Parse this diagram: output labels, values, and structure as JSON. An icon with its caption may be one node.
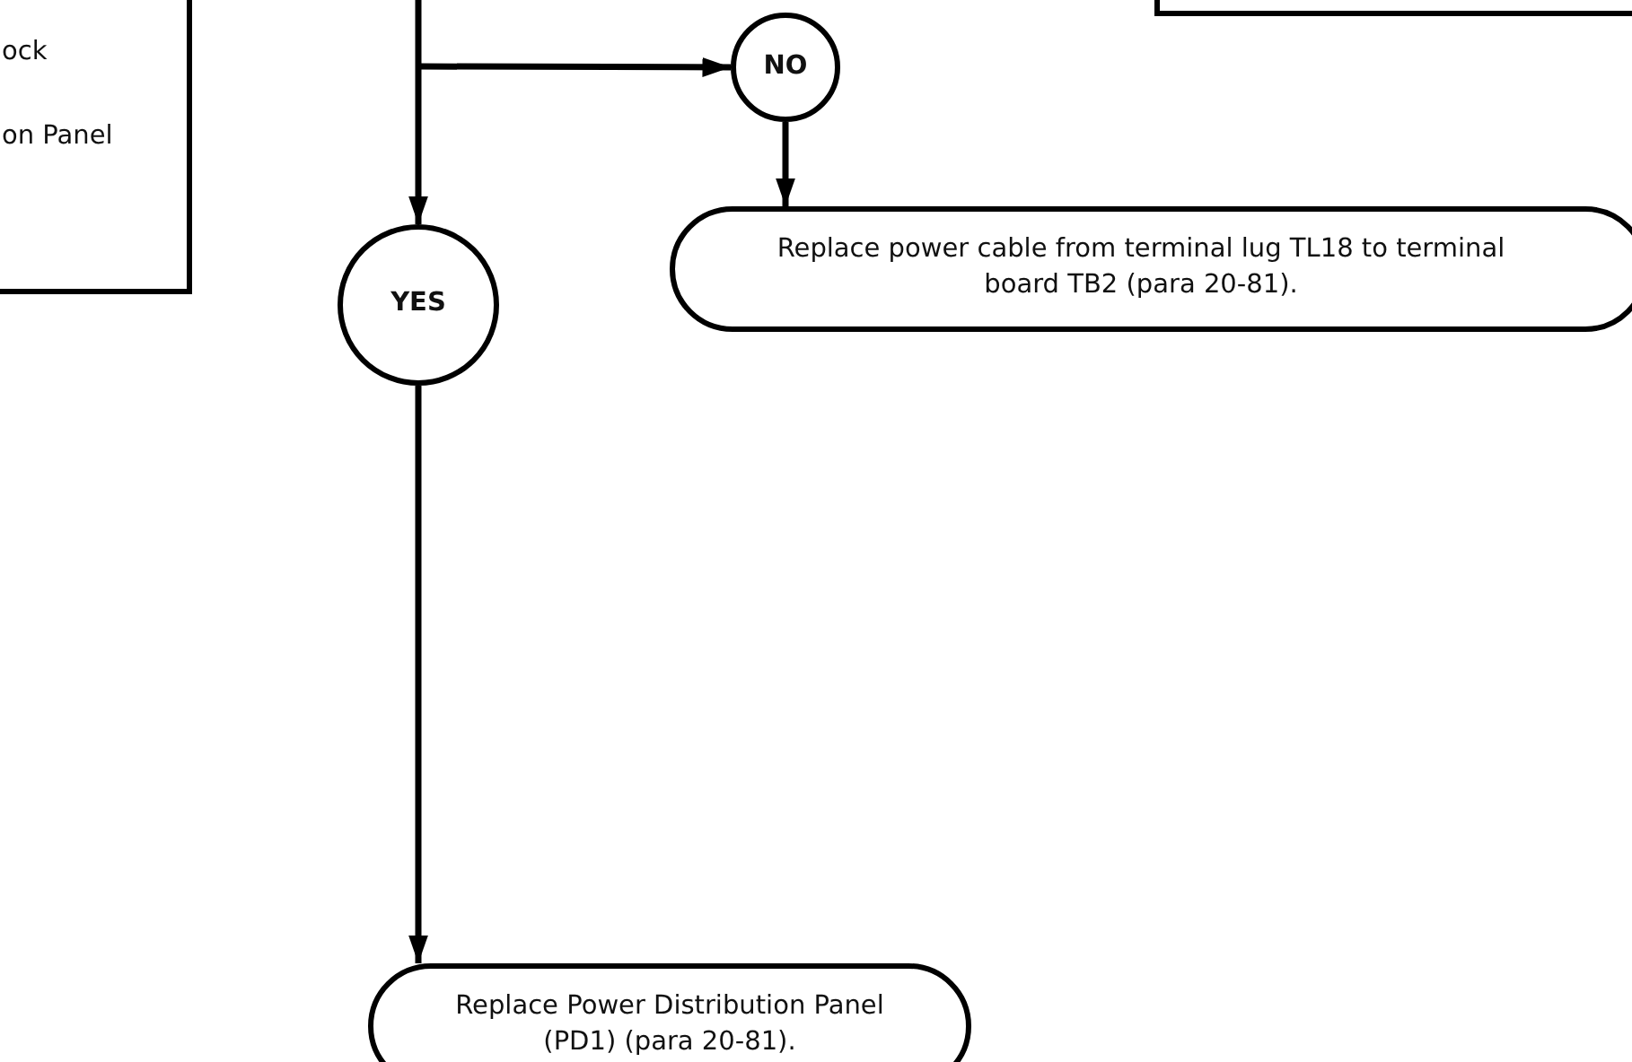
{
  "diagram": {
    "nodes": [
      {
        "text": [
          "ock",
          "on Panel"
        ]
      },
      {
        "text": [],
        "shape": "box"
      },
      {
        "text": [
          "NO"
        ]
      },
      {
        "text": [
          "YES"
        ]
      },
      {
        "text": [
          "Replace power cable from terminal lug TL18 to terminal board TB2 (para 20-81)."
        ]
      },
      {
        "text": [
          "Replace Power Distribution Panel (PD1) (para 20-81)."
        ]
      }
    ],
    "edges": [
      {
        "from": null,
        "to": 3,
        "arrow": "to"
      },
      {
        "from": null,
        "to": 2,
        "arrow": "to"
      },
      {
        "from": 2,
        "to": 4,
        "arrow": "to"
      },
      {
        "from": 3,
        "to": 5,
        "arrow": "to"
      }
    ]
  }
}
